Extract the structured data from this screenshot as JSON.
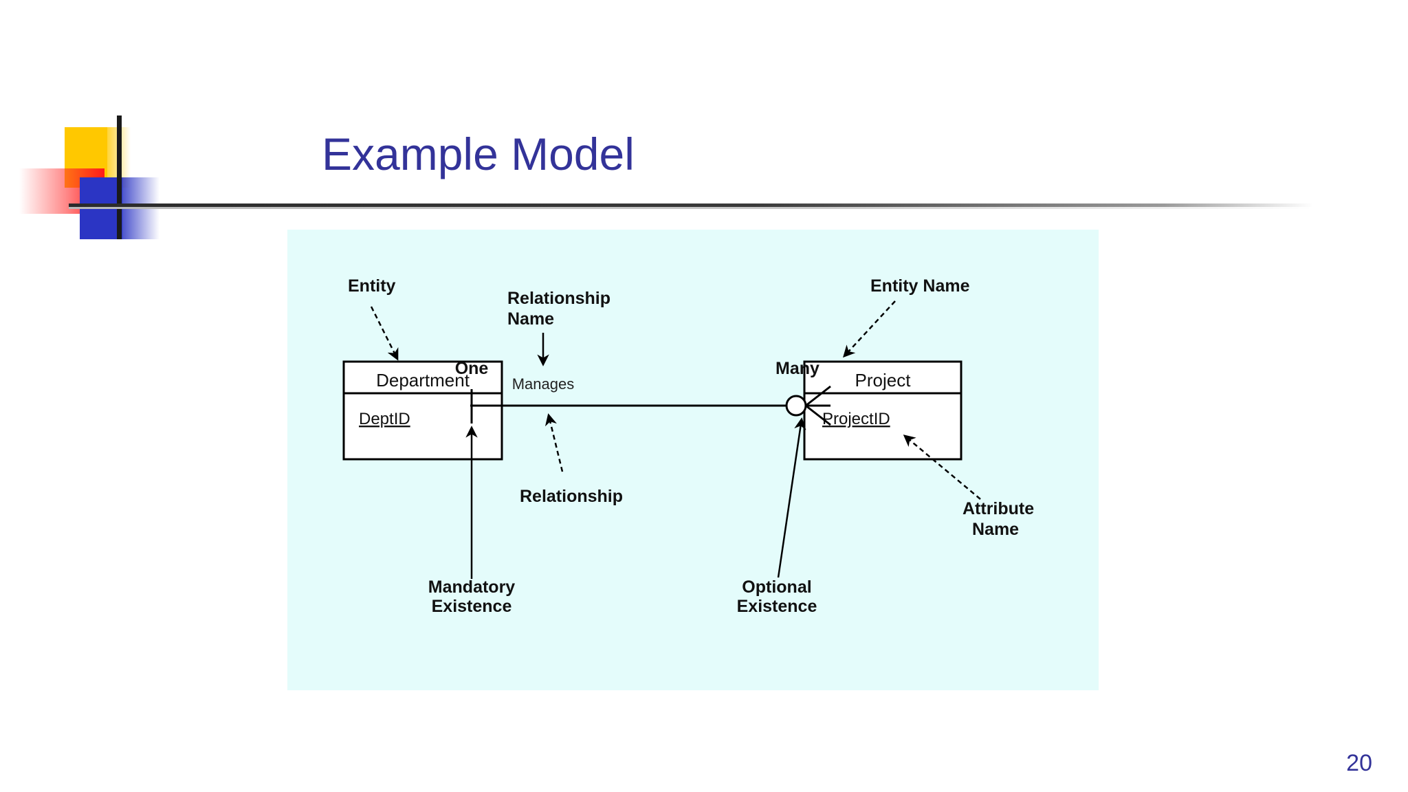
{
  "slide": {
    "title": "Example Model",
    "page_number": "20",
    "title_color": "#333399",
    "panel_color": "#E4FCFB"
  },
  "decoration": {
    "yellow": "#FFC800",
    "red": "#FF1A1A",
    "blue": "#2B35C4",
    "line": "#1a1a1a"
  },
  "diagram": {
    "type": "entity-relationship-diagram",
    "entities": [
      {
        "name": "Department",
        "attributes": [
          "DeptID"
        ]
      },
      {
        "name": "Project",
        "attributes": [
          "ProjectID"
        ]
      }
    ],
    "relationship": {
      "name": "Manages",
      "left_cardinality": "One",
      "right_cardinality": "Many",
      "left_existence": "Mandatory Existence",
      "right_existence": "Optional Existence"
    },
    "annotations": [
      {
        "id": "entity",
        "label": "Entity"
      },
      {
        "id": "relationship-name",
        "label": "Relationship Name",
        "line1": "Relationship",
        "line2": "Name"
      },
      {
        "id": "entity-name",
        "label": "Entity Name"
      },
      {
        "id": "relationship",
        "label": "Relationship"
      },
      {
        "id": "attribute-name",
        "label": "Attribute Name",
        "line1": "Attribute",
        "line2": "Name"
      },
      {
        "id": "mandatory",
        "label": "Mandatory Existence",
        "line1": "Mandatory",
        "line2": "Existence"
      },
      {
        "id": "optional",
        "label": "Optional Existence",
        "line1": "Optional",
        "line2": "Existence"
      }
    ]
  }
}
